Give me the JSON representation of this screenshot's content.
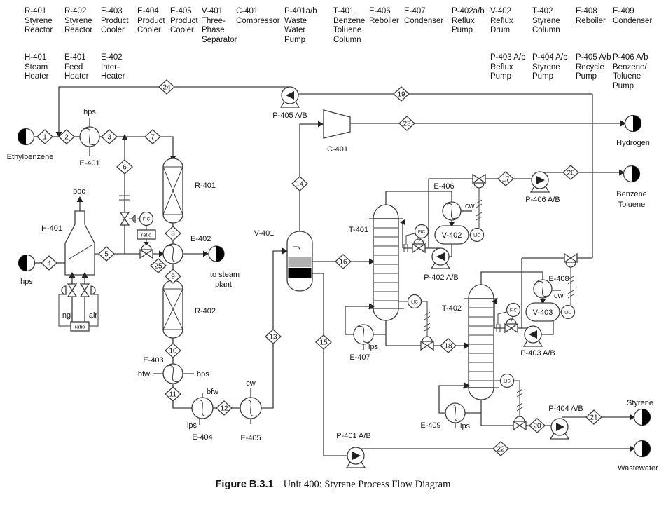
{
  "figure": {
    "label": "Figure B.3.1",
    "title": "Unit 400: Styrene Process Flow Diagram"
  },
  "colors": {
    "line": "#3d3d3d",
    "v401_light_band": "#b0b0b0",
    "v401_dark_band": "#000000"
  },
  "legend": {
    "row1": [
      "R-401\nStyrene\nReactor",
      "R-402\nStyrene\nReactor",
      "E-403\nProduct\nCooler",
      "E-404\nProduct\nCooler",
      "E-405\nProduct\nCooler",
      "V-401\nThree-\nPhase\nSeparator",
      "C-401\nCompressor",
      "P-401a/b\nWaste\nWater\nPump",
      "T-401\nBenzene\nToluene\nColumn",
      "E-406\nReboiler",
      "E-407\nCondenser",
      "P-402a/b\nReflux\nPump",
      "V-402\nReflux\nDrum",
      "T-402\nStyrene\nColumn",
      "E-408\nReboiler",
      "E-409\nCondenser"
    ],
    "row2": [
      "H-401\nSteam\nHeater",
      "E-401\nFeed\nHeater",
      "E-402\nInter-\nHeater",
      "P-403 A/b\nReflux\nPump",
      "P-404 A/b\nStyrene\nPump",
      "P-405 A/b\nRecycle\nPump",
      "P-406 A/b\nBenzene/\nToluene\nPump"
    ]
  },
  "streams": [
    "1",
    "2",
    "3",
    "4",
    "5",
    "6",
    "7",
    "8",
    "9",
    "10",
    "11",
    "12",
    "13",
    "14",
    "15",
    "16",
    "17",
    "18",
    "19",
    "20",
    "21",
    "22",
    "23",
    "24",
    "25",
    "26"
  ],
  "equipment": {
    "h401": "H-401",
    "e401": "E-401",
    "e402": "E-402",
    "e403": "E-403",
    "e404": "E-404",
    "e405": "E-405",
    "e406": "E-406",
    "e407": "E-407",
    "e408": "E-408",
    "e409": "E-409",
    "r401": "R-401",
    "r402": "R-402",
    "v401": "V-401",
    "v402": "V-402",
    "v403": "V-403",
    "t401": "T-401",
    "t402": "T-402",
    "c401": "C-401",
    "p401": "P-401 A/B",
    "p402": "P-402 A/B",
    "p403": "P-403 A/B",
    "p404": "P-404 A/B",
    "p405": "P-405 A/B",
    "p406": "P-406 A/B"
  },
  "utilities": {
    "hps": "hps",
    "poc": "poc",
    "ng": "ng",
    "air": "air",
    "bfw": "bfw",
    "lps": "lps",
    "cw": "cw",
    "to_steam_1": "to steam",
    "to_steam_2": "plant"
  },
  "io": {
    "ethylbenzene": "Ethylbenzene",
    "hydrogen": "Hydrogen",
    "benzene": "Benzene",
    "toluene": "Toluene",
    "styrene": "Styrene",
    "wastewater": "Wastewater"
  },
  "instruments": {
    "fic": "FIC",
    "lic": "LIC",
    "ratio": "ratio"
  }
}
